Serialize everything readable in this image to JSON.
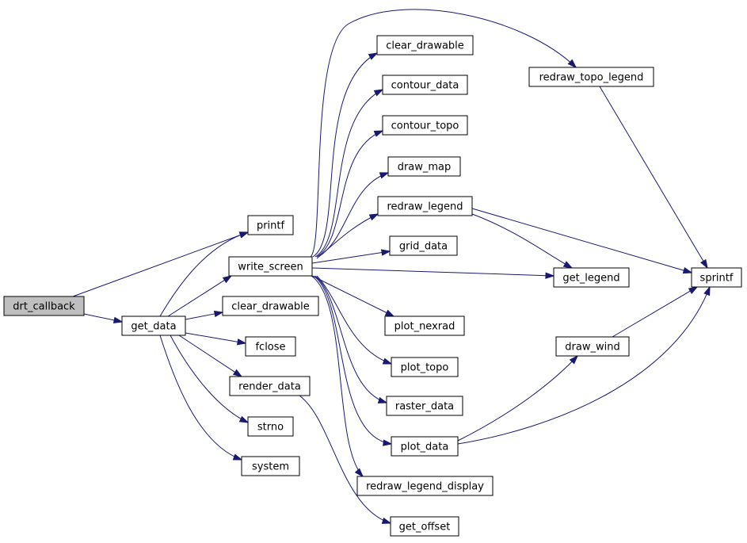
{
  "graph": {
    "type": "call-graph",
    "nodes": [
      {
        "id": "drt_callback",
        "label": "drt_callback",
        "root": true
      },
      {
        "id": "get_data",
        "label": "get_data"
      },
      {
        "id": "printf",
        "label": "printf"
      },
      {
        "id": "write_screen",
        "label": "write_screen"
      },
      {
        "id": "clear_drawable_1",
        "label": "clear_drawable"
      },
      {
        "id": "fclose",
        "label": "fclose"
      },
      {
        "id": "render_data",
        "label": "render_data"
      },
      {
        "id": "strno",
        "label": "strno"
      },
      {
        "id": "system",
        "label": "system"
      },
      {
        "id": "clear_drawable_2",
        "label": "clear_drawable"
      },
      {
        "id": "contour_data",
        "label": "contour_data"
      },
      {
        "id": "contour_topo",
        "label": "contour_topo"
      },
      {
        "id": "draw_map",
        "label": "draw_map"
      },
      {
        "id": "redraw_legend",
        "label": "redraw_legend"
      },
      {
        "id": "grid_data",
        "label": "grid_data"
      },
      {
        "id": "plot_nexrad",
        "label": "plot_nexrad"
      },
      {
        "id": "plot_topo",
        "label": "plot_topo"
      },
      {
        "id": "raster_data",
        "label": "raster_data"
      },
      {
        "id": "plot_data",
        "label": "plot_data"
      },
      {
        "id": "redraw_legend_display",
        "label": "redraw_legend_display"
      },
      {
        "id": "get_offset",
        "label": "get_offset"
      },
      {
        "id": "redraw_topo_legend",
        "label": "redraw_topo_legend"
      },
      {
        "id": "get_legend",
        "label": "get_legend"
      },
      {
        "id": "draw_wind",
        "label": "draw_wind"
      },
      {
        "id": "sprintf",
        "label": "sprintf"
      }
    ],
    "edges": [
      {
        "from": "drt_callback",
        "to": "printf"
      },
      {
        "from": "drt_callback",
        "to": "get_data"
      },
      {
        "from": "get_data",
        "to": "printf"
      },
      {
        "from": "get_data",
        "to": "write_screen"
      },
      {
        "from": "get_data",
        "to": "clear_drawable_1"
      },
      {
        "from": "get_data",
        "to": "fclose"
      },
      {
        "from": "get_data",
        "to": "render_data"
      },
      {
        "from": "get_data",
        "to": "strno"
      },
      {
        "from": "get_data",
        "to": "system"
      },
      {
        "from": "write_screen",
        "to": "clear_drawable_2"
      },
      {
        "from": "write_screen",
        "to": "contour_data"
      },
      {
        "from": "write_screen",
        "to": "contour_topo"
      },
      {
        "from": "write_screen",
        "to": "draw_map"
      },
      {
        "from": "write_screen",
        "to": "redraw_legend"
      },
      {
        "from": "write_screen",
        "to": "grid_data"
      },
      {
        "from": "write_screen",
        "to": "get_legend"
      },
      {
        "from": "write_screen",
        "to": "plot_nexrad"
      },
      {
        "from": "write_screen",
        "to": "plot_topo"
      },
      {
        "from": "write_screen",
        "to": "raster_data"
      },
      {
        "from": "write_screen",
        "to": "plot_data"
      },
      {
        "from": "write_screen",
        "to": "redraw_legend_display"
      },
      {
        "from": "write_screen",
        "to": "redraw_topo_legend"
      },
      {
        "from": "render_data",
        "to": "get_offset"
      },
      {
        "from": "redraw_legend",
        "to": "get_legend"
      },
      {
        "from": "redraw_legend",
        "to": "sprintf"
      },
      {
        "from": "redraw_topo_legend",
        "to": "sprintf"
      },
      {
        "from": "plot_data",
        "to": "draw_wind"
      },
      {
        "from": "plot_data",
        "to": "sprintf"
      },
      {
        "from": "draw_wind",
        "to": "sprintf"
      }
    ]
  },
  "colors": {
    "edge": "#191970",
    "node_fill": "#ffffff",
    "root_fill": "#bfbfbf",
    "node_border": "#000000"
  }
}
